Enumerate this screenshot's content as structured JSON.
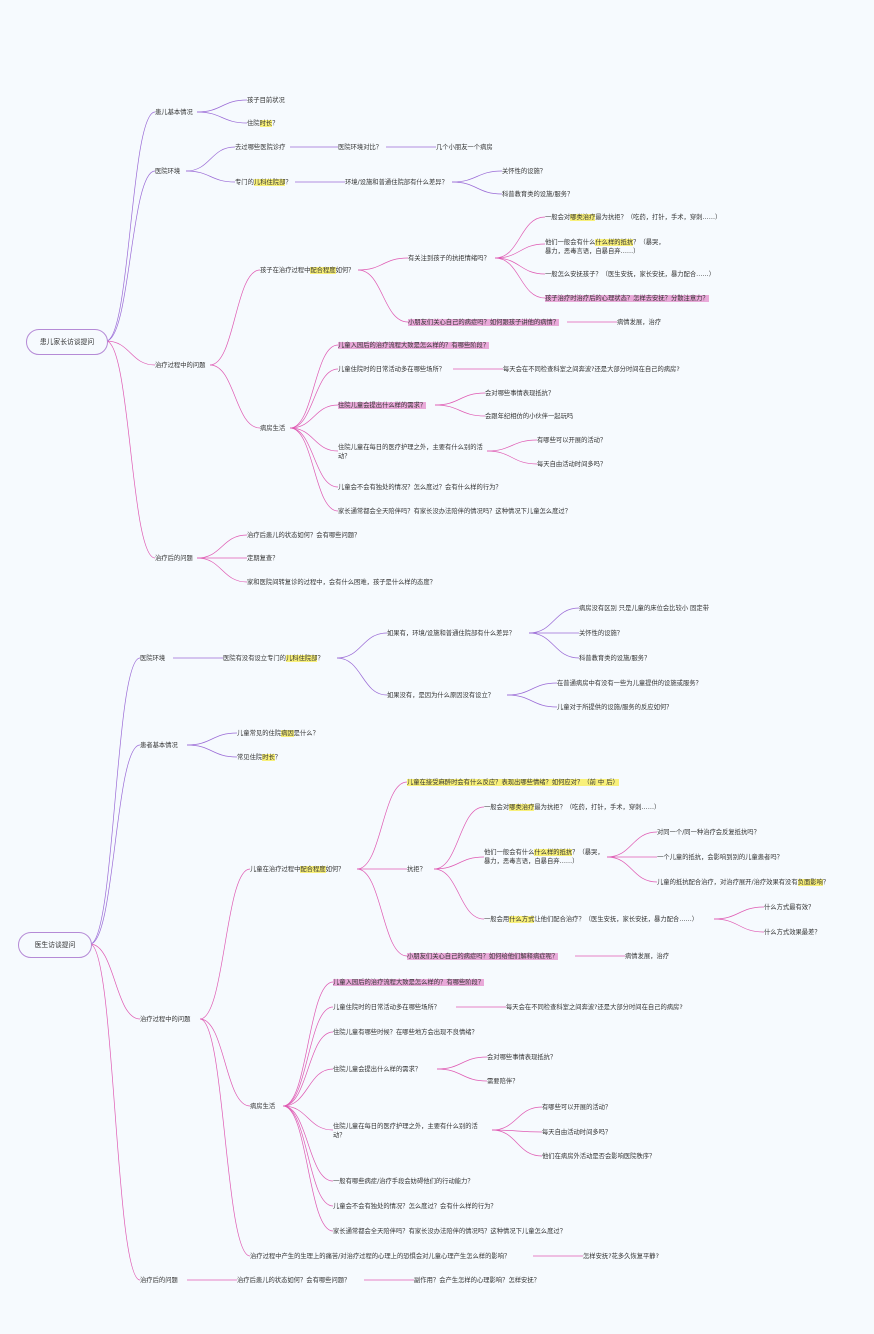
{
  "colors": {
    "background": "#f6fafe",
    "link_purple": "#9a6ad6",
    "link_pink": "#df5ab3",
    "highlight_yellow": "#f8f07a",
    "highlight_pink": "#e9a9d9"
  },
  "roots": {
    "r1": "患儿家长访谈提问",
    "r2": "医生访谈提问"
  },
  "n": {
    "a1": "患儿基本情况",
    "a1_1": "孩子目前状况",
    "a1_2a": "住院",
    "a1_2b": "时长",
    "a1_2c": "？",
    "a2": "医院环境",
    "a2_1": "去过哪些医院诊疗",
    "a2_1_1": "医院环境对比？",
    "a2_1_1_1": "几个小朋友一个病房",
    "a2_2a": "专门的",
    "a2_2b": "儿科住院部",
    "a2_2c": "？",
    "a2_2_1": "环境/设施和普通住院部有什么差异？",
    "a2_2_1_1": "关怀性的设施？",
    "a2_2_1_2": "科普教育类的设施/服务？",
    "a3": "治疗过程中的问题",
    "a3_1a": "孩子在治疗过程中",
    "a3_1b": "配合程度",
    "a3_1c": "如何？",
    "a3_1_1": "有关注到孩子的抗拒情绪吗？",
    "a3_1_1_1a": "一般会对",
    "a3_1_1_1b": "哪类治疗",
    "a3_1_1_1c": "最为抗拒？（吃药，打针，手术，穿刺……）",
    "a3_1_1_2a": "他们一般会有什么",
    "a3_1_1_2b": "什么样的抵抗",
    "a3_1_1_2c": "？（暴哭，暴力，恶毒言语，自暴自弃……）",
    "a3_1_1_3": "一般怎么安抚孩子？（医生安抚，家长安抚，暴力配合……）",
    "a3_1_1_4": "孩子治疗时治疗后的心理状态？怎样去安抚？分散注意力？",
    "a3_1_2": "小朋友们关心自己的病症吗？如何跟孩子讲他的病情？",
    "a3_1_2_1": "病情发展，治疗",
    "a3_2": "病房生活",
    "a3_2_1": "儿童入园后的治疗流程大致是怎么样的？有哪些阶段？",
    "a3_2_2": "儿童住院时的日常活动多在哪些场所？",
    "a3_2_2_1": "每天会在不同检查科室之间奔波?还是大部分时间在自己的病房?",
    "a3_2_3": "住院儿童会提出什么样的需求？",
    "a3_2_3_1": "会对哪些事情表现抵抗？",
    "a3_2_3_2": "会跟年纪相仿的小伙伴一起玩吗",
    "a3_2_4": "住院儿童在每日的医疗护理之外，主要有什么别的活动？",
    "a3_2_4_1": "有哪些可以开展的活动？",
    "a3_2_4_2": "每天自由活动时间多吗？",
    "a3_2_5": "儿童会不会有独处的情况？怎么度过？会有什么样的行为？",
    "a3_2_6": "家长通常都会全天陪伴吗？有家长没办法陪伴的情况吗？这种情况下儿童怎么度过？",
    "a4": "治疗后的问题",
    "a4_1": "治疗后患儿的状态如何？会有哪些问题？",
    "a4_2": "定期复查？",
    "a4_3": "家和医院间转复诊的过程中，会有什么困难，孩子是什么样的态度？",
    "b1": "医院环境",
    "b1_1a": "医院有没有设立专门的",
    "b1_1b": "儿科住院部",
    "b1_1c": "？",
    "b1_1_1": "如果有，环境/设施和普通住院部有什么差异？",
    "b1_1_1_1": "病房没有区别 只是儿童的床位会比较小 固定带",
    "b1_1_1_2": "关怀性的设施？",
    "b1_1_1_3": "科普教育类的设施/服务？",
    "b1_1_2": "如果没有，是因为什么原因没有设立？",
    "b1_1_2_1": "在普通病房中有没有一些为儿童提供的设施或服务？",
    "b1_1_2_2": "儿童对于所提供的设施/服务的反应如何？",
    "b2": "患者基本情况",
    "b2_1a": "儿童常见的住院",
    "b2_1b": "病因",
    "b2_1c": "是什么？",
    "b2_2a": "常见住院",
    "b2_2b": "时长",
    "b2_2c": "？",
    "b3": "治疗过程中的问题",
    "b3_1a": "儿童在治疗过程中",
    "b3_1b": "配合程度",
    "b3_1c": "如何？",
    "b3_1_1": "儿童在接受麻醉时会有什么反应？表现出哪些情绪？如何应对？（前 中 后）",
    "b3_1_2": "抗拒？",
    "b3_1_2_1a": "一般会对",
    "b3_1_2_1b": "哪类治疗",
    "b3_1_2_1c": "最为抗拒？（吃药，打针，手术，穿刺……）",
    "b3_1_2_2a": "他们一般会有什么",
    "b3_1_2_2b": "什么样的抵抗",
    "b3_1_2_2c": "？（暴哭，暴力，恶毒言语，自暴自弃……）",
    "b3_1_2_2_1": "对同一个/同一种治疗会反复抵抗吗？",
    "b3_1_2_2_2": "一个儿童的抵抗，会影响到别的儿童患者吗？",
    "b3_1_2_2_3a": "儿童的抵抗配合治疗，对治疗展开/治疗效果有没有",
    "b3_1_2_2_3b": "负面影响",
    "b3_1_2_2_3c": "？",
    "b3_1_2_3a": "一般会用",
    "b3_1_2_3b": "什么方式",
    "b3_1_2_3c": "让他们配合治疗？（医生安抚，家长安抚，暴力配合……）",
    "b3_1_2_3_1": "什么方式最有效？",
    "b3_1_2_3_2": "什么方式效果最差？",
    "b3_1_3": "小朋友们关心自己的病症吗？如何给他们解释病症呢？",
    "b3_1_3_1": "病情发展，治疗",
    "b3_2": "病房生活",
    "b3_2_1": "儿童入园后的治疗流程大致是怎么样的？有哪些阶段？",
    "b3_2_2": "儿童住院时的日常活动多在哪些场所？",
    "b3_2_2_1": "每天会在不同检查科室之间奔波?还是大部分时间在自己的病房?",
    "b3_2_3": "住院儿童有哪些时候？在哪些地方会出现不良情绪？",
    "b3_2_4": "住院儿童会提出什么样的需求？",
    "b3_2_4_1": "会对哪些事情表现抵抗？",
    "b3_2_4_2": "需要陪伴？",
    "b3_2_5": "住院儿童在每日的医疗护理之外，主要有什么别的活动？",
    "b3_2_5_1": "有哪些可以开展的活动？",
    "b3_2_5_2": "每天自由活动时间多吗？",
    "b3_2_5_3": "他们在病房外活动是否会影响医院秩序？",
    "b3_2_6": "一般有哪些病症/治疗手段会妨碍他们的行动能力？",
    "b3_2_7": "儿童会不会有独处的情况？怎么度过？会有什么样的行为？",
    "b3_2_8": "家长通常都会全天陪伴吗？有家长没办法陪伴的情况吗？这种情况下儿童怎么度过？",
    "b3_3": "治疗过程中产生的生理上的痛苦/对治疗过程的心理上的恐惧会对儿童心理产生怎么样的影响？",
    "b3_3_1": "怎样安抚?花多久恢复平静?",
    "b4": "治疗后的问题",
    "b4_1": "治疗后患儿的状态如何？会有哪些问题？",
    "b4_1_1": "副作用？会产生怎样的心理影响？怎样安抚？"
  }
}
